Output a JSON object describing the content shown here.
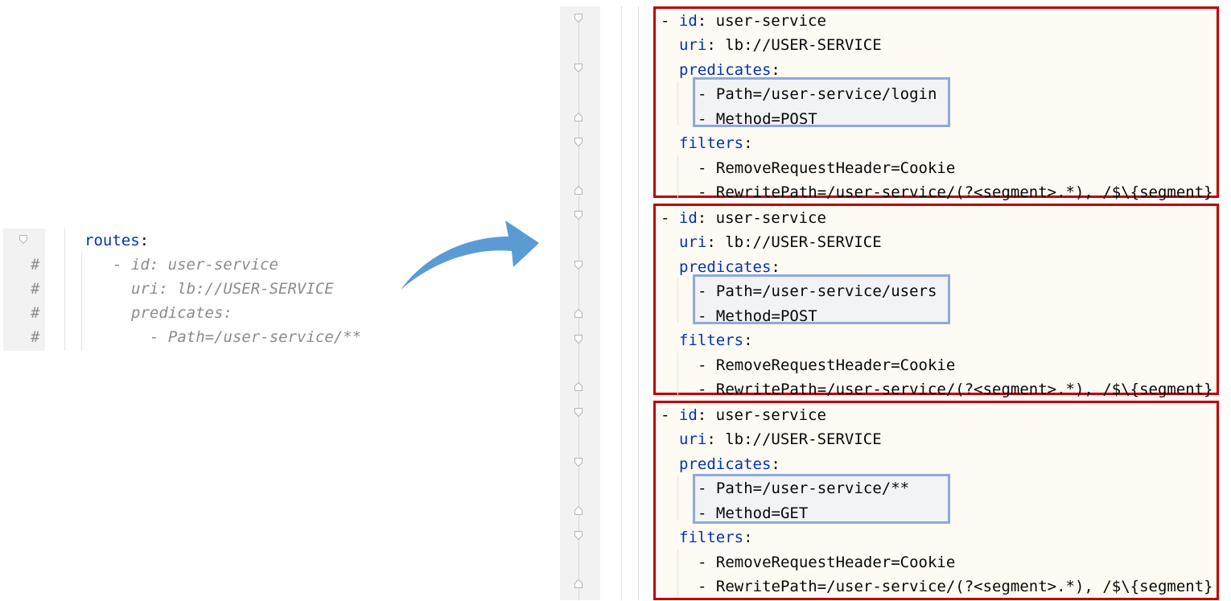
{
  "left": {
    "routes_key": "routes",
    "commented_lines": [
      {
        "text": "- id: user-service"
      },
      {
        "text": "uri: lb://USER-SERVICE"
      },
      {
        "text": "predicates:"
      },
      {
        "text": "- Path=/user-service/**"
      }
    ],
    "comment_mark": "#"
  },
  "routes": [
    {
      "id_key": "id",
      "id_value": "user-service",
      "uri_key": "uri",
      "uri_value": "lb://USER-SERVICE",
      "predicates_key": "predicates",
      "predicates": [
        "- Path=/user-service/login",
        "- Method=POST"
      ],
      "filters_key": "filters",
      "filters": [
        "- RemoveRequestHeader=Cookie",
        "- RewritePath=/user-service/(?<segment>.*), /$\\{segment}"
      ]
    },
    {
      "id_key": "id",
      "id_value": "user-service",
      "uri_key": "uri",
      "uri_value": "lb://USER-SERVICE",
      "predicates_key": "predicates",
      "predicates": [
        "- Path=/user-service/users",
        "- Method=POST"
      ],
      "filters_key": "filters",
      "filters": [
        "- RemoveRequestHeader=Cookie",
        "- RewritePath=/user-service/(?<segment>.*), /$\\{segment}"
      ]
    },
    {
      "id_key": "id",
      "id_value": "user-service",
      "uri_key": "uri",
      "uri_value": "lb://USER-SERVICE",
      "predicates_key": "predicates",
      "predicates": [
        "- Path=/user-service/**",
        "- Method=GET"
      ],
      "filters_key": "filters",
      "filters": [
        "- RemoveRequestHeader=Cookie",
        "- RewritePath=/user-service/(?<segment>.*), /$\\{segment}"
      ]
    }
  ],
  "colors": {
    "route_highlight": "#c00000",
    "predicate_highlight": "#8fa9dc",
    "yaml_key": "#0033b3",
    "comment": "#8c8c8c",
    "arrow": "#5b9bd5"
  }
}
